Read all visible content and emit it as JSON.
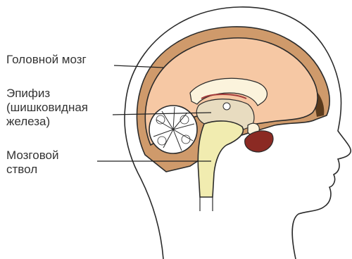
{
  "labels": {
    "brain": "Головной мозг",
    "pineal_line1": "Эпифиз",
    "pineal_line2": "(шишковидная",
    "pineal_line3": "железа)",
    "stem_line1": "Мозговой",
    "stem_line2": "ствол"
  },
  "colors": {
    "outline": "#2b2b2b",
    "head_fill": "#ffffff",
    "skull_fill": "#cf9a6b",
    "cerebrum_fill": "#f6c8a4",
    "cerebellum_fill": "#ffffff",
    "midbrain_fill": "#e8dcc0",
    "brainstem_fill": "#f1ecb0",
    "corpus_callosum_fill": "#fbf3dc",
    "sinus_dark": "#5a3a1c",
    "eye_socket_red": "#8b2a23",
    "leader_line": "#222222"
  }
}
